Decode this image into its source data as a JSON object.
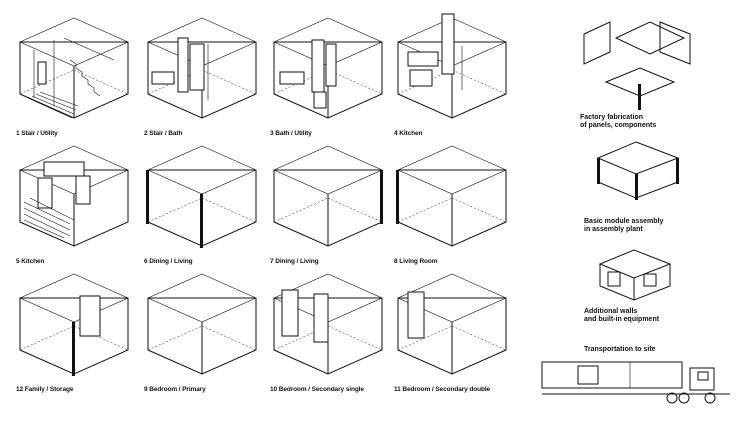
{
  "modules": [
    {
      "label": "1 Stair / Utility"
    },
    {
      "label": "2 Stair / Bath"
    },
    {
      "label": "3 Bath / Utility"
    },
    {
      "label": "4 Kitchen"
    },
    {
      "label": "5 Kitchen"
    },
    {
      "label": "6 Dining / Living"
    },
    {
      "label": "7 Dining / Living"
    },
    {
      "label": "8 Living Room"
    },
    {
      "label": "12 Family / Storage"
    },
    {
      "label": "9 Bedroom / Primary"
    },
    {
      "label": "10 Bedroom / Secondary single"
    },
    {
      "label": "11 Bedroom / Secondary double"
    }
  ],
  "process": {
    "step1": "Factory fabrication\nof panels, components",
    "step2": "Basic module assembly\nin assembly plant",
    "step3": "Additional walls\nand built-in equipment",
    "step4": "Transportation to site"
  }
}
